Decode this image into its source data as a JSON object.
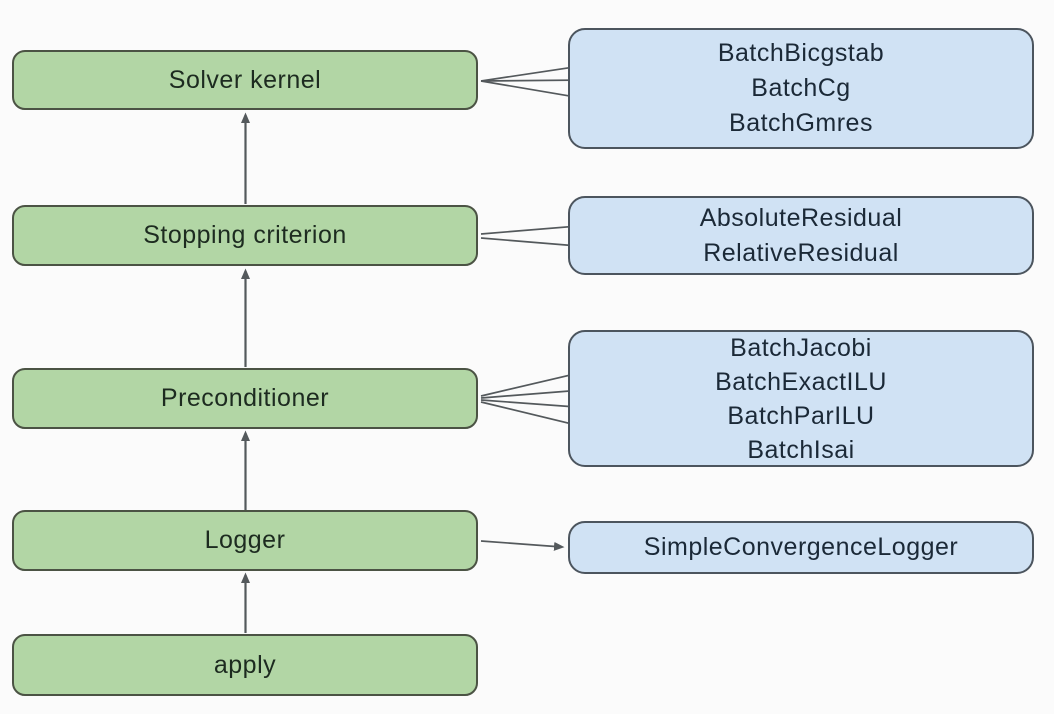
{
  "colors": {
    "background": "#fbfbfb",
    "node_fill": "#b2d6a5",
    "node_border": "#4b5344",
    "group_fill": "#d0e2f4",
    "group_border": "#4c555e",
    "arrow": "#54595c",
    "node_text": "#1d2b20",
    "group_text": "#1b2937"
  },
  "nodes": [
    {
      "label": "Solver kernel"
    },
    {
      "label": "Stopping criterion"
    },
    {
      "label": "Preconditioner"
    },
    {
      "label": "Logger"
    },
    {
      "label": "apply"
    }
  ],
  "groups": [
    {
      "for": "Solver kernel",
      "items": [
        "BatchBicgstab",
        "BatchCg",
        "BatchGmres"
      ]
    },
    {
      "for": "Stopping criterion",
      "items": [
        "AbsoluteResidual",
        "RelativeResidual"
      ]
    },
    {
      "for": "Preconditioner",
      "items": [
        "BatchJacobi",
        "BatchExactILU",
        "BatchParILU",
        "BatchIsai"
      ]
    },
    {
      "for": "Logger",
      "items": [
        "SimpleConvergenceLogger"
      ]
    }
  ]
}
